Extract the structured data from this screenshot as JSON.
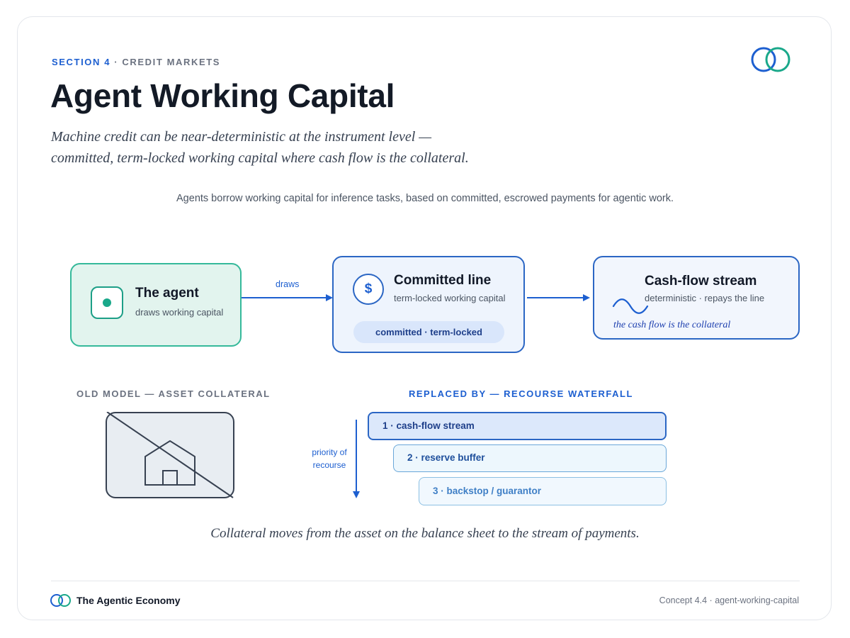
{
  "header": {
    "section": "SECTION 4",
    "separator": " · ",
    "category": "CREDIT MARKETS",
    "title": "Agent Working Capital",
    "subtitle_line1": "Machine credit can be near-deterministic at the instrument level —",
    "subtitle_line2": "committed, term-locked working capital where cash flow is the collateral."
  },
  "intro": "Agents borrow working capital for inference tasks, based on committed, escrowed payments for agentic work.",
  "flow": {
    "agent": {
      "title": "The agent",
      "subtitle": "draws working capital"
    },
    "edge_label": "draws",
    "committed_line": {
      "title": "Committed line",
      "subtitle": "term-locked working capital",
      "pill": "committed · term-locked",
      "icon_glyph": "$"
    },
    "cash_flow": {
      "title": "Cash-flow stream",
      "subtitle": "deterministic · repays the line",
      "note": "the cash flow is the collateral"
    }
  },
  "old_model": {
    "heading": "OLD MODEL — ASSET COLLATERAL"
  },
  "waterfall": {
    "heading": "REPLACED BY — RECOURSE WATERFALL",
    "priority_line1": "priority of",
    "priority_line2": "recourse",
    "tiers": [
      {
        "label": "1 · cash-flow stream"
      },
      {
        "label": "2 · reserve buffer"
      },
      {
        "label": "3 · backstop / guarantor"
      }
    ]
  },
  "caption": "Collateral moves from the asset on the balance sheet to the stream of payments.",
  "footer": {
    "brand": "The Agentic Economy",
    "concept": "Concept 4.4 · agent-working-capital"
  },
  "colors": {
    "accent_blue": "#1d5fd0",
    "accent_teal": "#1aa88a",
    "text_dark": "#131a26"
  },
  "icons": {
    "brand_logo": "interlocking-rings-icon",
    "agent": "agent-dot-icon",
    "line": "dollar-circle-icon",
    "stream": "wave-icon",
    "old_asset": "crossed-house-icon"
  }
}
